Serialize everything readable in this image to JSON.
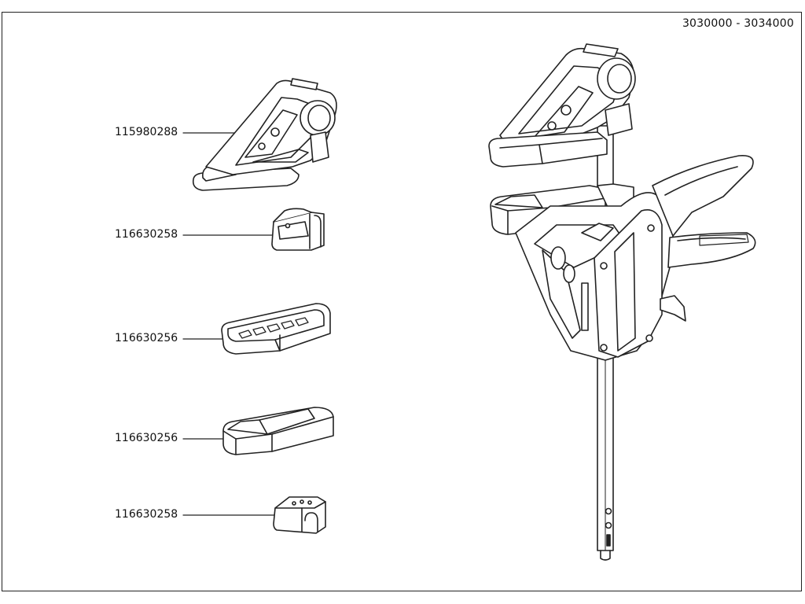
{
  "sheet": {
    "doc_number": "3030000 - 3034000"
  },
  "parts": [
    {
      "number": "115980288"
    },
    {
      "number": "116630258"
    },
    {
      "number": "116630256"
    },
    {
      "number": "116630256"
    },
    {
      "number": "116630258"
    }
  ],
  "colors": {
    "line": "#222222",
    "fill": "#ffffff"
  }
}
